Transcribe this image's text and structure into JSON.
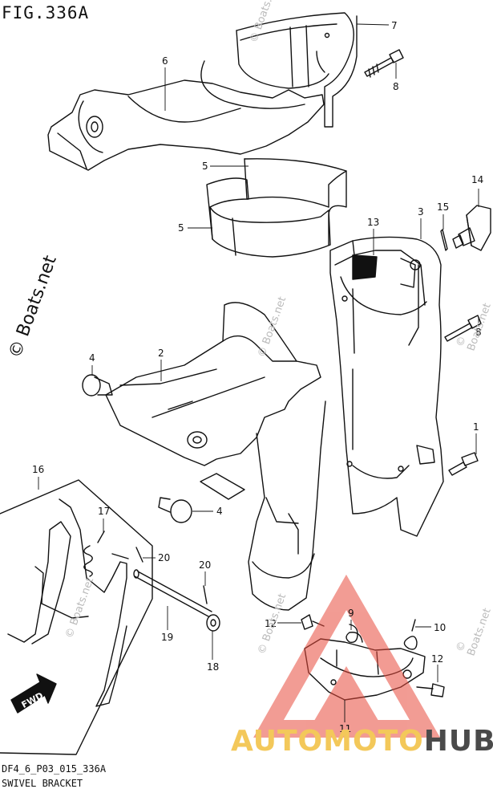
{
  "header": {
    "figure_title": "FIG.336A"
  },
  "footer": {
    "diagram_code": "DF4_6_P03_015_336A",
    "diagram_name": "SWIVEL BRACKET"
  },
  "watermark": {
    "text": "© Boats.net",
    "faint_text": "© Boats.net"
  },
  "brand": {
    "part1": "AUTOMOTO",
    "part2": "HUB",
    "color1": "#f3c85a",
    "color2": "#4a4a4a",
    "logo_color": "#e84b3c"
  },
  "fwd_label": "FWD",
  "callouts": [
    {
      "label": "7"
    },
    {
      "label": "6"
    },
    {
      "label": "8"
    },
    {
      "label": "5"
    },
    {
      "label": "5"
    },
    {
      "label": "14"
    },
    {
      "label": "3"
    },
    {
      "label": "15"
    },
    {
      "label": "13"
    },
    {
      "label": "8"
    },
    {
      "label": "4"
    },
    {
      "label": "2"
    },
    {
      "label": "1"
    },
    {
      "label": "16"
    },
    {
      "label": "17"
    },
    {
      "label": "4"
    },
    {
      "label": "20"
    },
    {
      "label": "20"
    },
    {
      "label": "19"
    },
    {
      "label": "18"
    },
    {
      "label": "12"
    },
    {
      "label": "9"
    },
    {
      "label": "10"
    },
    {
      "label": "12"
    },
    {
      "label": "11"
    }
  ]
}
